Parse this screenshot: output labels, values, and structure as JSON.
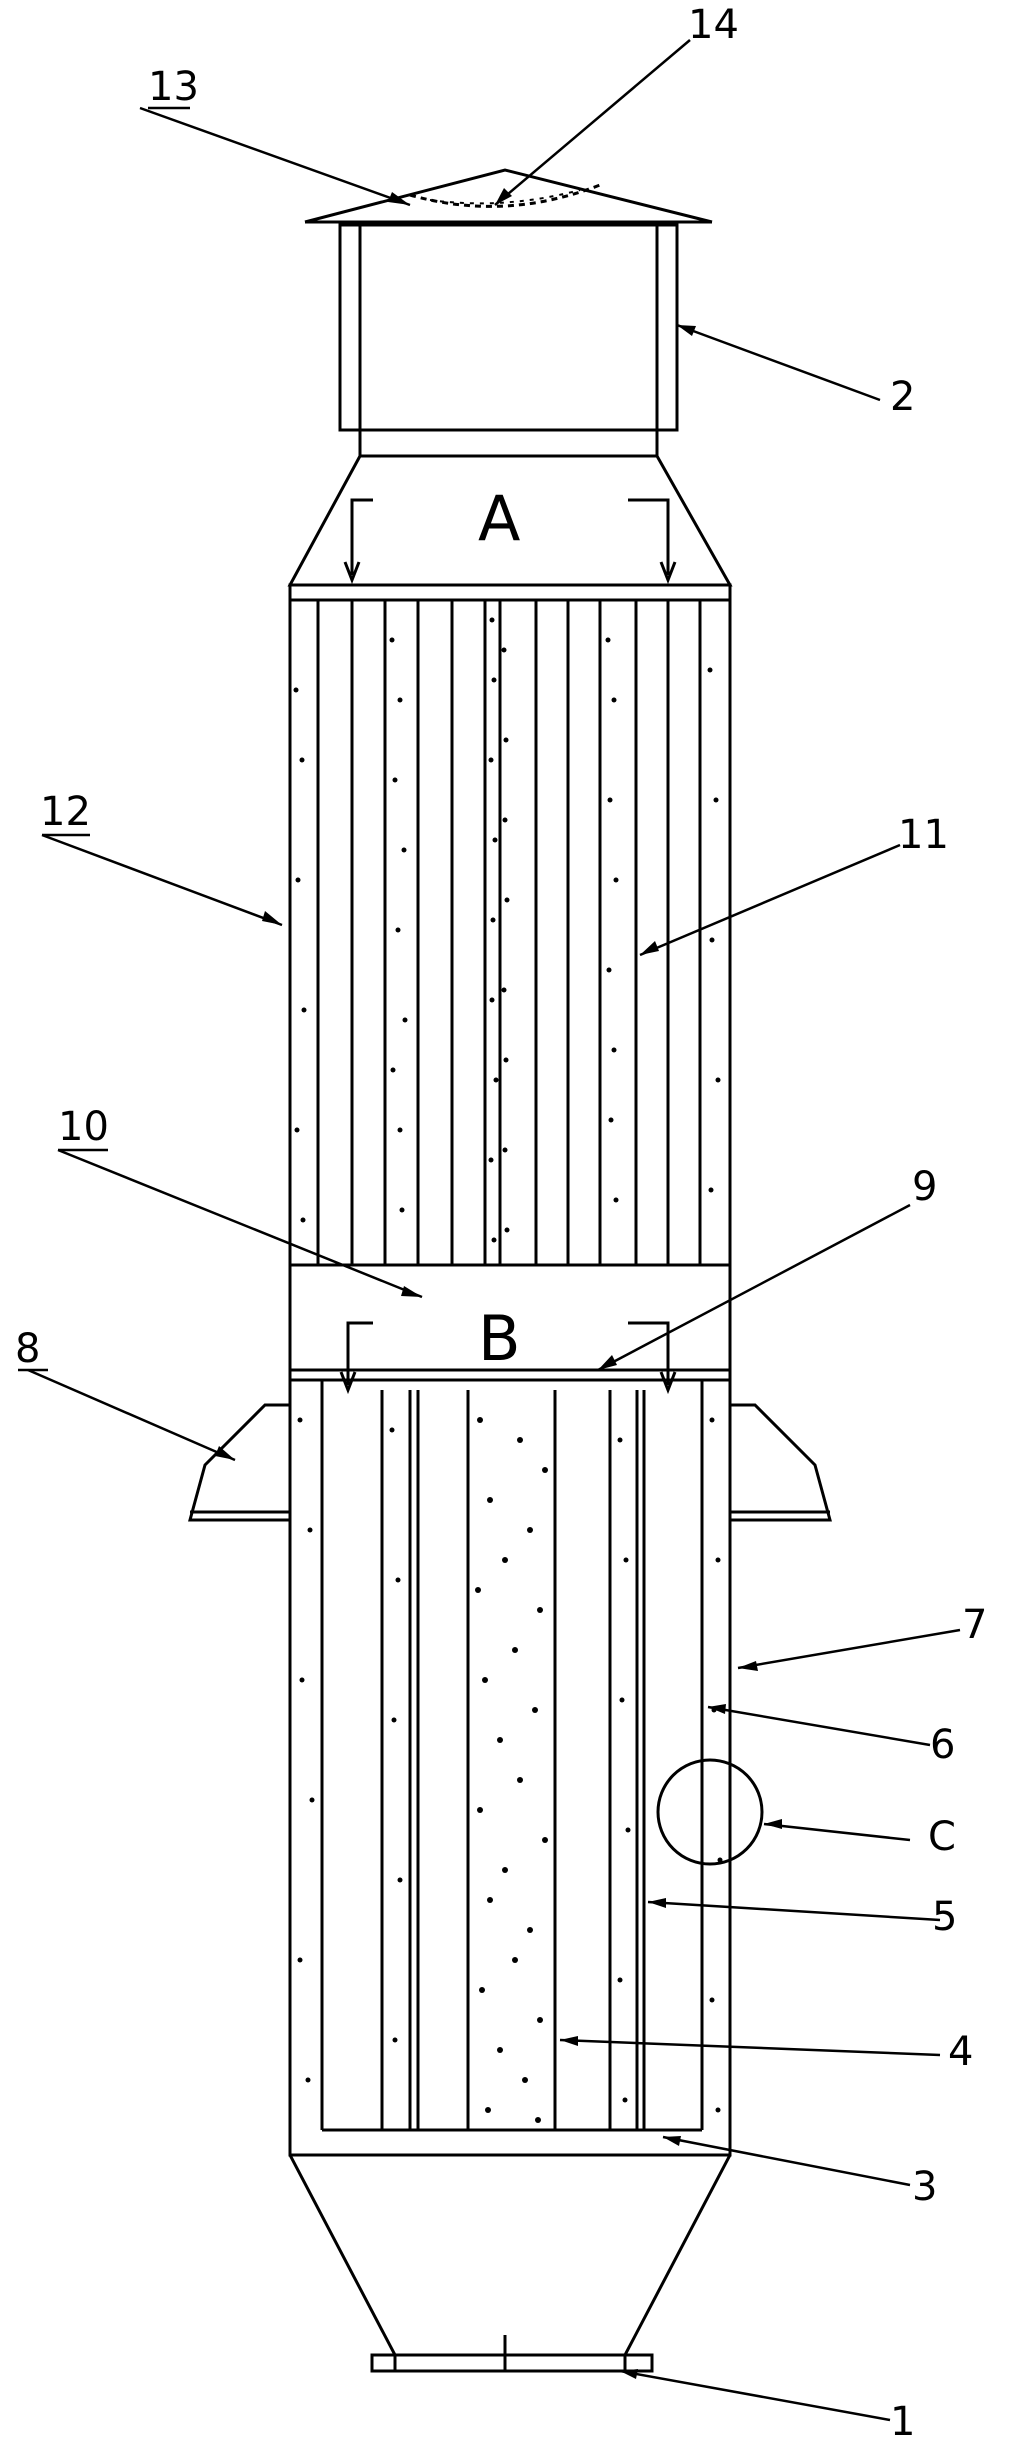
{
  "diagram": {
    "labels": {
      "l1": "1",
      "l2": "2",
      "l3": "3",
      "l4": "4",
      "l5": "5",
      "l6": "6",
      "l7": "7",
      "l8": "8",
      "l9": "9",
      "l10": "10",
      "l11": "11",
      "l12": "12",
      "l13": "13",
      "l14": "14",
      "lC": "C"
    },
    "sections": {
      "a": "A",
      "b": "B"
    }
  }
}
